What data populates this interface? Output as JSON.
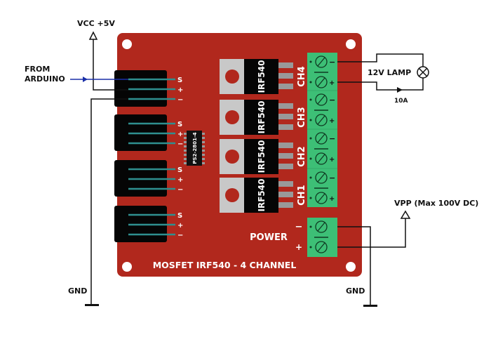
{
  "labels": {
    "vcc": "VCC +5V",
    "from_arduino_1": "FROM",
    "from_arduino_2": "ARDUINO",
    "gnd_left": "GND",
    "gnd_right": "GND",
    "lamp": "12V LAMP",
    "current": "10A",
    "vpp": "VPP (Max 100V DC)",
    "power": "POWER",
    "power_minus": "−",
    "power_plus": "+",
    "board_title": "MOSFET IRF540 - 4 CHANNEL",
    "chip": "PS2-2801-4"
  },
  "headers": [
    {
      "pins": [
        "S",
        "+",
        "−"
      ]
    },
    {
      "pins": [
        "S",
        "+",
        "−"
      ]
    },
    {
      "pins": [
        "S",
        "+",
        "−"
      ]
    },
    {
      "pins": [
        "S",
        "+",
        "−"
      ]
    }
  ],
  "mosfets": [
    {
      "label": "IRF540",
      "channel": "CH4"
    },
    {
      "label": "IRF540",
      "channel": "CH3"
    },
    {
      "label": "IRF540",
      "channel": "CH2"
    },
    {
      "label": "IRF540",
      "channel": "CH1"
    }
  ],
  "terminal_signs": [
    "−",
    "+"
  ],
  "colors": {
    "board": "#b1281d",
    "terminal": "#3dbf76",
    "signal_wire": "#1a2fa8",
    "pin": "#2f8f8f"
  }
}
